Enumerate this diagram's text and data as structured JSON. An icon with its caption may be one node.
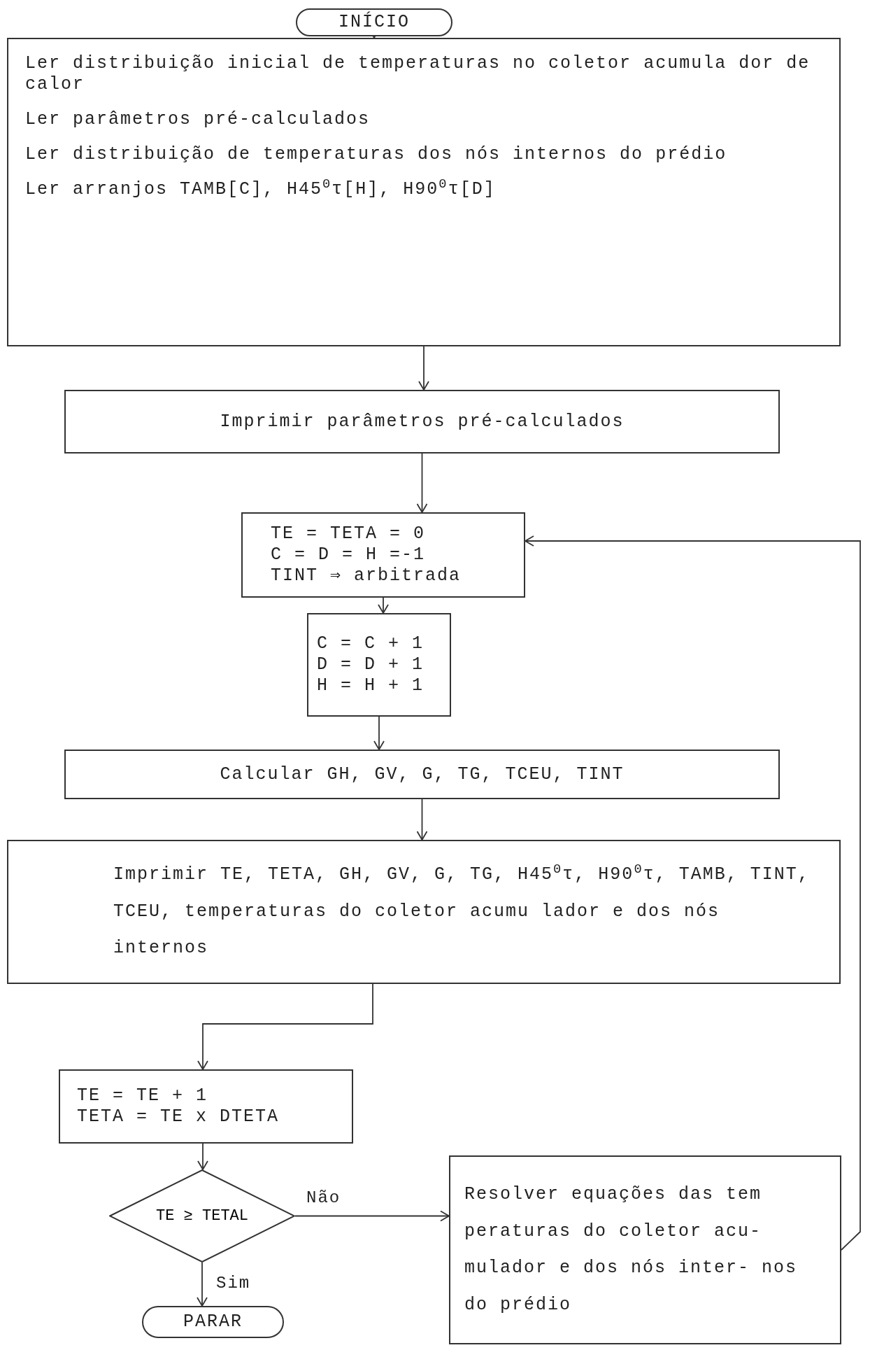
{
  "diagram": {
    "nodes": [
      {
        "text": [
          "INÍCIO"
        ]
      },
      {
        "text": [
          "Ler distribuição inicial de temperaturas no coletor acumula dor de calor",
          "Ler parâmetros pré-calculados",
          "Ler distribuição de temperaturas dos nós internos do prédio",
          "Ler arranjos TAMB[C], H45$^{0}$τ[H], H90$^{0}$τ[D]"
        ]
      },
      {
        "text": [
          "Imprimir parâmetros pré-calculados"
        ]
      },
      {
        "text": [
          "TE = TETA = 0",
          "C = D = H =-1",
          "TINT ⇒ arbitrada"
        ]
      },
      {
        "text": [
          "C = C + 1",
          "D = D + 1",
          "H = H + 1"
        ]
      },
      {
        "text": [
          "Calcular GH, GV, G, TG, TCEU, TINT"
        ]
      },
      {
        "text": [
          "Imprimir TE, TETA, GH, GV, G, TG, H45$^{0}$τ, H90$^{0}$τ, TAMB, TINT, TCEU, temperaturas do coletor acumu lador e dos nós internos"
        ]
      },
      {
        "text": [
          "TE = TE + 1",
          "TETA = TE x DTETA"
        ]
      },
      {
        "text": [
          "TE ≥ TETAL"
        ]
      },
      {
        "text": [
          "PARAR"
        ]
      },
      {
        "text": [
          "Resolver equações das tem peraturas do coletor acu- mulador e dos nós inter- nos do prédio"
        ]
      }
    ],
    "edges": [
      {
        "from": 0,
        "to": 1,
        "arrow": "to"
      },
      {
        "from": 1,
        "to": 2,
        "arrow": "to"
      },
      {
        "from": 2,
        "to": 3,
        "arrow": "to"
      },
      {
        "from": 3,
        "to": 4,
        "arrow": "to"
      },
      {
        "from": 4,
        "to": 5,
        "arrow": "to"
      },
      {
        "from": 5,
        "to": 6,
        "arrow": "to"
      },
      {
        "from": 6,
        "to": 7,
        "arrow": "to"
      },
      {
        "from": 7,
        "to": 8,
        "arrow": "to"
      },
      {
        "from": 8,
        "to": 9,
        "arrow": "to",
        "label": "Sim"
      },
      {
        "from": 8,
        "to": 10,
        "arrow": "to",
        "label": "Não"
      },
      {
        "from": 10,
        "to": 3,
        "arrow": "to"
      }
    ]
  }
}
